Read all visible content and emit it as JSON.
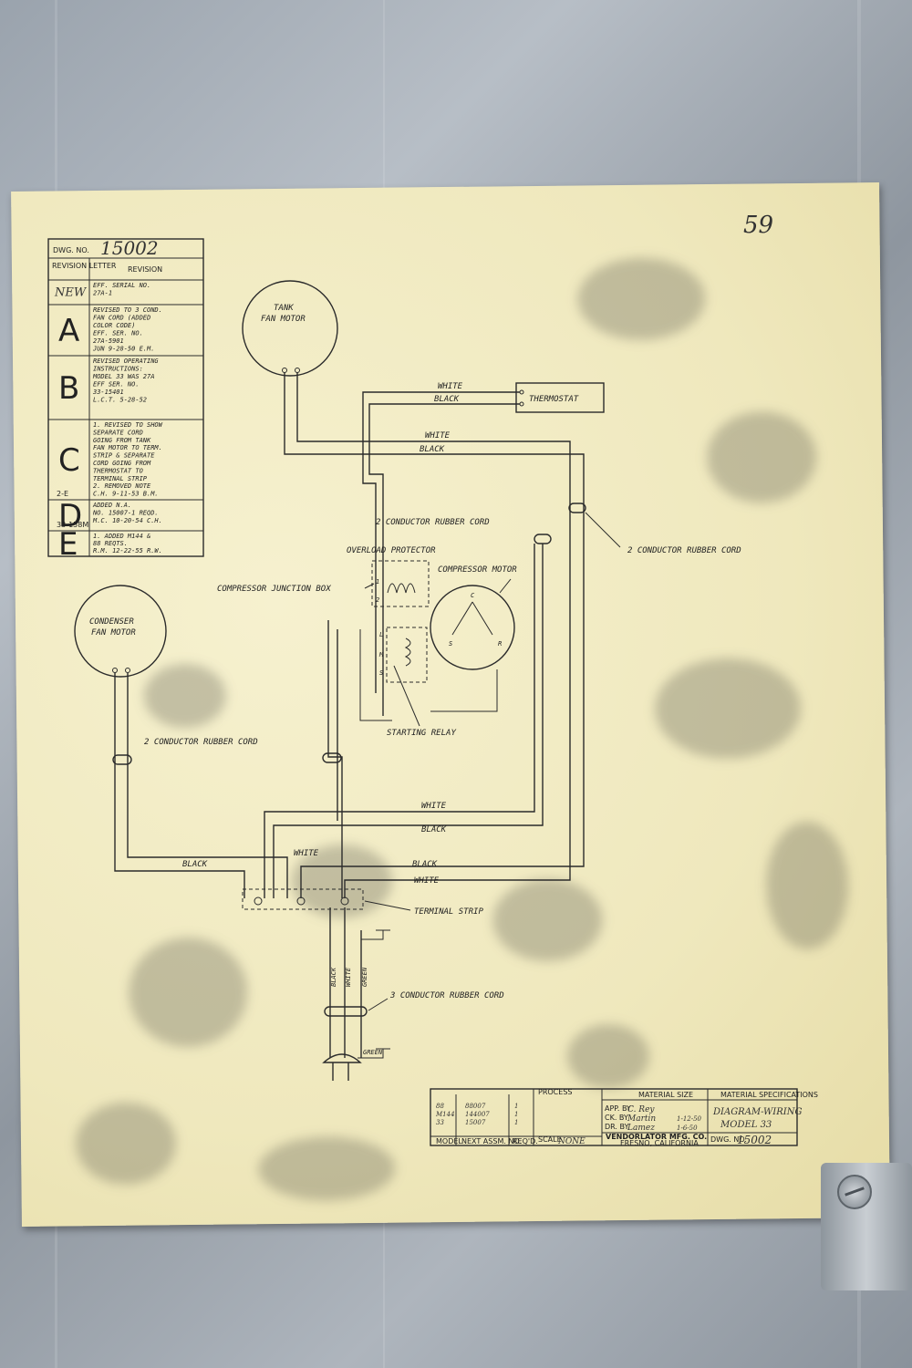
{
  "revision_table": {
    "dwg_no_label": "DWG. NO.",
    "dwg_no": "15002",
    "col_letter": "REVISION LETTER",
    "col_revision": "REVISION",
    "rows": [
      {
        "letter": "NEW",
        "text": [
          "EFF. SERIAL NO.",
          "27A-1"
        ]
      },
      {
        "letter": "A",
        "text": [
          "REVISED TO 3 COND.",
          "FAN CORD (ADDED",
          "COLOR CODE)",
          "EFF. SER. NO.",
          "27A-5901",
          "JUN 9-28-50 E.M."
        ]
      },
      {
        "letter": "B",
        "text": [
          "REVISED OPERATING",
          "INSTRUCTIONS:",
          "MODEL 33 WAS 27A",
          "EFF SER. NO.",
          "33-15401",
          "L.C.T. 5-28-52"
        ]
      },
      {
        "letter": "C",
        "sub": "2-E",
        "text": [
          "1. REVISED TO SHOW",
          "SEPARATE CORD",
          "GOING FROM TANK",
          "FAN MOTOR TO TERM.",
          "STRIP & SEPARATE",
          "CORD GOING FROM",
          "THERMOSTAT TO",
          "TERMINAL STRIP",
          "2. REMOVED NOTE",
          "C.H. 9-11-53 B.M."
        ]
      },
      {
        "letter": "D",
        "sub": "33-158M",
        "text": [
          "ADDED N.A.",
          "NO. 15007-1 REQD.",
          "M.C. 10-20-54 C.H."
        ]
      },
      {
        "letter": "E",
        "text": [
          "1. ADDED M144 &",
          "88 REQTS.",
          "R.M. 12-22-55 R.W."
        ]
      }
    ]
  },
  "corner_note": "59",
  "labels": {
    "tank_fan_motor": [
      "TANK",
      "FAN MOTOR"
    ],
    "condenser_fan_motor": [
      "CONDENSER",
      "FAN MOTOR"
    ],
    "thermostat": "THERMOSTAT",
    "white": "WHITE",
    "black": "BLACK",
    "green": "GREEN",
    "two_conductor": "2 CONDUCTOR RUBBER CORD",
    "three_conductor": "3 CONDUCTOR RUBBER CORD",
    "overload_protector": "OVERLOAD PROTECTOR",
    "compressor_junction_box": "COMPRESSOR JUNCTION BOX",
    "compressor_motor": "COMPRESSOR MOTOR",
    "starting_relay": "STARTING RELAY",
    "terminal_strip": "TERMINAL STRIP",
    "term_c": "C",
    "term_s": "S",
    "term_r": "R",
    "relay_l": "L",
    "relay_m": "M",
    "relay_s": "S",
    "op_1": "1",
    "op_2": "2"
  },
  "title_block": {
    "models": [
      {
        "model": "88",
        "assm": "88007",
        "qty": "1"
      },
      {
        "model": "M144",
        "assm": "144007",
        "qty": "1"
      },
      {
        "model": "33",
        "assm": "15007",
        "qty": "1"
      }
    ],
    "col_model": "MODEL",
    "col_next": "NEXT ASSM. NO.",
    "col_reqd": "REQ'D.",
    "process": "PROCESS",
    "scale_label": "SCALE",
    "scale": "NONE",
    "material_size": "MATERIAL SIZE",
    "material_spec": "MATERIAL SPECIFICATIONS",
    "app_by": "APP. BY",
    "ck_by": "CK. BY",
    "dr_by": "DR. BY",
    "app_name": "C. Rey",
    "ck_name": "Martin",
    "dr_name": "Lamez",
    "ck_date": "1-12-50",
    "dr_date": "1-6-50",
    "company": "VENDORLATOR MFG. CO.",
    "city": "FRESNO, CALIFORNIA",
    "title": [
      "DIAGRAM-WIRING",
      "MODEL 33"
    ],
    "dwg_label": "DWG. NO.",
    "dwg_no": "15002"
  }
}
